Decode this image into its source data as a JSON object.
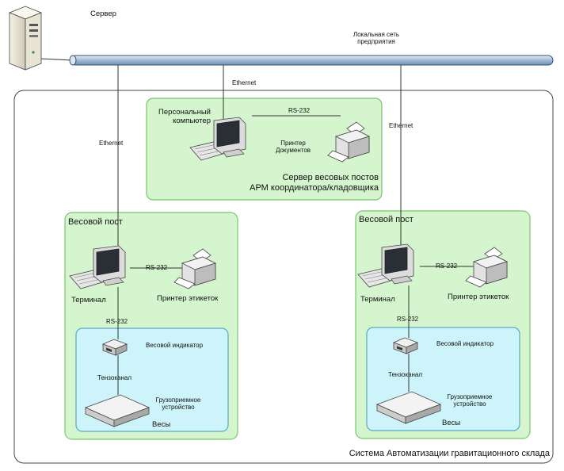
{
  "server": {
    "label": "Сервер"
  },
  "network": {
    "line1": "Локальная сеть",
    "line2": "предприятия"
  },
  "links": {
    "ethernet_center": "Ethernet",
    "ethernet_left": "Ethernet",
    "ethernet_right": "Ethernet",
    "rs232_top": "RS-232",
    "rs232_left_printer": "RS-232",
    "rs232_left_indicator": "RS-232",
    "rs232_right_printer": "RS-232",
    "rs232_right_indicator": "RS-232"
  },
  "system": {
    "label": "Система Автоматизации гравитационного склада"
  },
  "coordinator": {
    "pc_line1": "Персональный",
    "pc_line2": "компьютер",
    "printer_line1": "Принтер",
    "printer_line2": "Документов",
    "title_line1": "Сервер весовых постов",
    "title_line2": "АРМ координатора/кладовщика"
  },
  "posts": [
    {
      "title": "Весовой пост",
      "terminal": "Терминал",
      "printer": "Принтер этикеток",
      "indicator": "Весовой индикатор",
      "channel": "Тензоканал",
      "receiver_line1": "Грузоприемное",
      "receiver_line2": "устройство",
      "scales": "Весы"
    },
    {
      "title": "Весовой пост",
      "terminal": "Терминал",
      "printer": "Принтер этикеток",
      "indicator": "Весовой индикатор",
      "channel": "Тензоканал",
      "receiver_line1": "Грузоприемное",
      "receiver_line2": "устройство",
      "scales": "Весы"
    }
  ],
  "colors": {
    "green_panel": "#d4f5cd",
    "green_border": "#7cc46e",
    "cyan_panel": "#cdf4fa",
    "cyan_border": "#5aa9c2",
    "network_bar": "#b8d0e6"
  }
}
